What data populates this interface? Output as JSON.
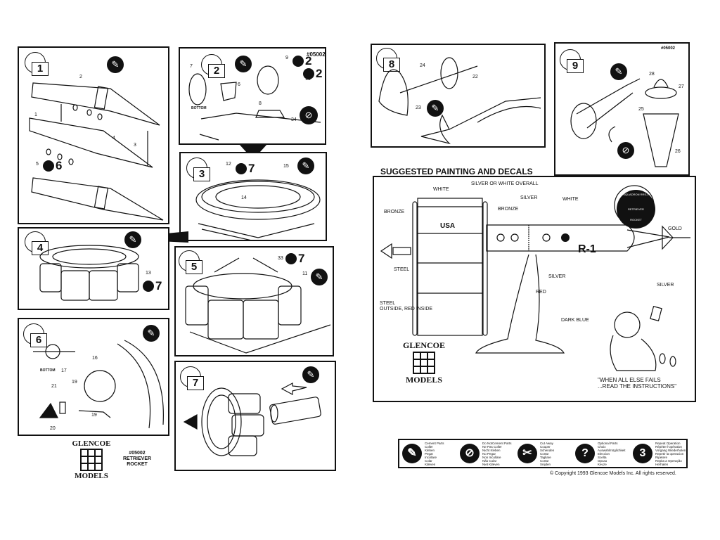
{
  "document": {
    "kit_code": "#05002",
    "kit_name_line1": "RETRIEVER",
    "kit_name_line2": "ROCKET",
    "brand_top": "GLENCOE",
    "brand_bottom": "MODELS"
  },
  "steps": [
    {
      "number": "1",
      "parts": [
        "1",
        "2",
        "3",
        "4",
        "5"
      ],
      "repeat": {
        "count": "6"
      },
      "icon": "cement-icon"
    },
    {
      "number": "2",
      "parts": [
        "6",
        "7",
        "8",
        "9",
        "10",
        "34"
      ],
      "repeat_a": {
        "count": "2"
      },
      "repeat_b": {
        "count": "2"
      },
      "label_bottom": "BOTTOM",
      "icon": "cement-icon",
      "icon_no": "no-cement-icon"
    },
    {
      "number": "3",
      "parts": [
        "12",
        "14",
        "15"
      ],
      "repeat": {
        "count": "7"
      },
      "icon": "cement-icon"
    },
    {
      "number": "4",
      "parts": [
        "13"
      ],
      "repeat": {
        "count": "7"
      },
      "icon": "cement-icon"
    },
    {
      "number": "5",
      "parts": [
        "11",
        "33"
      ],
      "repeat": {
        "count": "7"
      },
      "icon": "cement-icon"
    },
    {
      "number": "6",
      "parts": [
        "16",
        "17",
        "19",
        "19",
        "20",
        "21"
      ],
      "label_bottom": "BOTTOM",
      "icon": "cement-icon"
    },
    {
      "number": "7",
      "parts": [],
      "icon": "cement-icon"
    },
    {
      "number": "8",
      "parts": [
        "22",
        "23",
        "24"
      ],
      "icon": "cement-icon"
    },
    {
      "number": "9",
      "parts": [
        "25",
        "26",
        "27",
        "28"
      ],
      "icon": "cement-icon",
      "icon_no": "no-cement-icon"
    }
  ],
  "painting": {
    "title": "SUGGESTED PAINTING AND DECALS",
    "overall": "SILVER OR WHITE OVERALL",
    "labels": {
      "white_tank": "WHITE",
      "bronze_left": "BRONZE",
      "bronze_right": "BRONZE",
      "silver_top": "SILVER",
      "white_nose": "WHITE",
      "usa": "USA",
      "steel_small": "STEEL",
      "steel_outside": "STEEL",
      "steel_outside_2": "OUTSIDE, RED INSIDE",
      "silver_mid": "SILVER",
      "red": "RED",
      "gold": "GOLD",
      "silver_tail": "SILVER",
      "dark_blue": "DARK BLUE",
      "decal": "R-1"
    },
    "squadron_emblem": {
      "top": "SQUADRON RRS-1",
      "left": "RETRIEVER",
      "bottom": "ROCKET"
    },
    "cartoon_caption_1": "\"WHEN ALL ELSE FAILS",
    "cartoon_caption_2": "...READ THE INSTRUCTIONS\""
  },
  "legend": [
    {
      "icon": "cement-icon",
      "symbol": "✎",
      "lines": [
        "Cement Parts",
        "Coller",
        "Kleben",
        "Pegar",
        "Incollare",
        "Colar",
        "Klæven"
      ]
    },
    {
      "icon": "no-cement-icon",
      "symbol": "⊘",
      "lines": [
        "Do NotCement Parts",
        "Ne Pas Coller",
        "Nicht Kleben",
        "No Pegar",
        "Non Incollare",
        "Não Colar",
        "Niet Klæven"
      ]
    },
    {
      "icon": "cut-icon",
      "symbol": "✂",
      "lines": [
        "Cut Away",
        "Couper",
        "Schenden",
        "Cortar",
        "Tagliare",
        "Cortar",
        "Snijden"
      ]
    },
    {
      "icon": "optional-icon",
      "symbol": "?",
      "lines": [
        "Optional Parts",
        "Choix",
        "Auswahlmöglichkeit",
        "Eleccion",
        "Scelta",
        "Opcao",
        "Keuze"
      ]
    },
    {
      "icon": "repeat-icon",
      "symbol": "3",
      "lines": [
        "Repeat Operation",
        "Répéter l'opération",
        "Vorgang Wiederholen",
        "Repetir la operacion",
        "Ripetere",
        "Repita a Operação",
        "Herhalen"
      ]
    }
  ],
  "copyright": "© Copyright 1993 Glencoe Models Inc. All rights reserved."
}
